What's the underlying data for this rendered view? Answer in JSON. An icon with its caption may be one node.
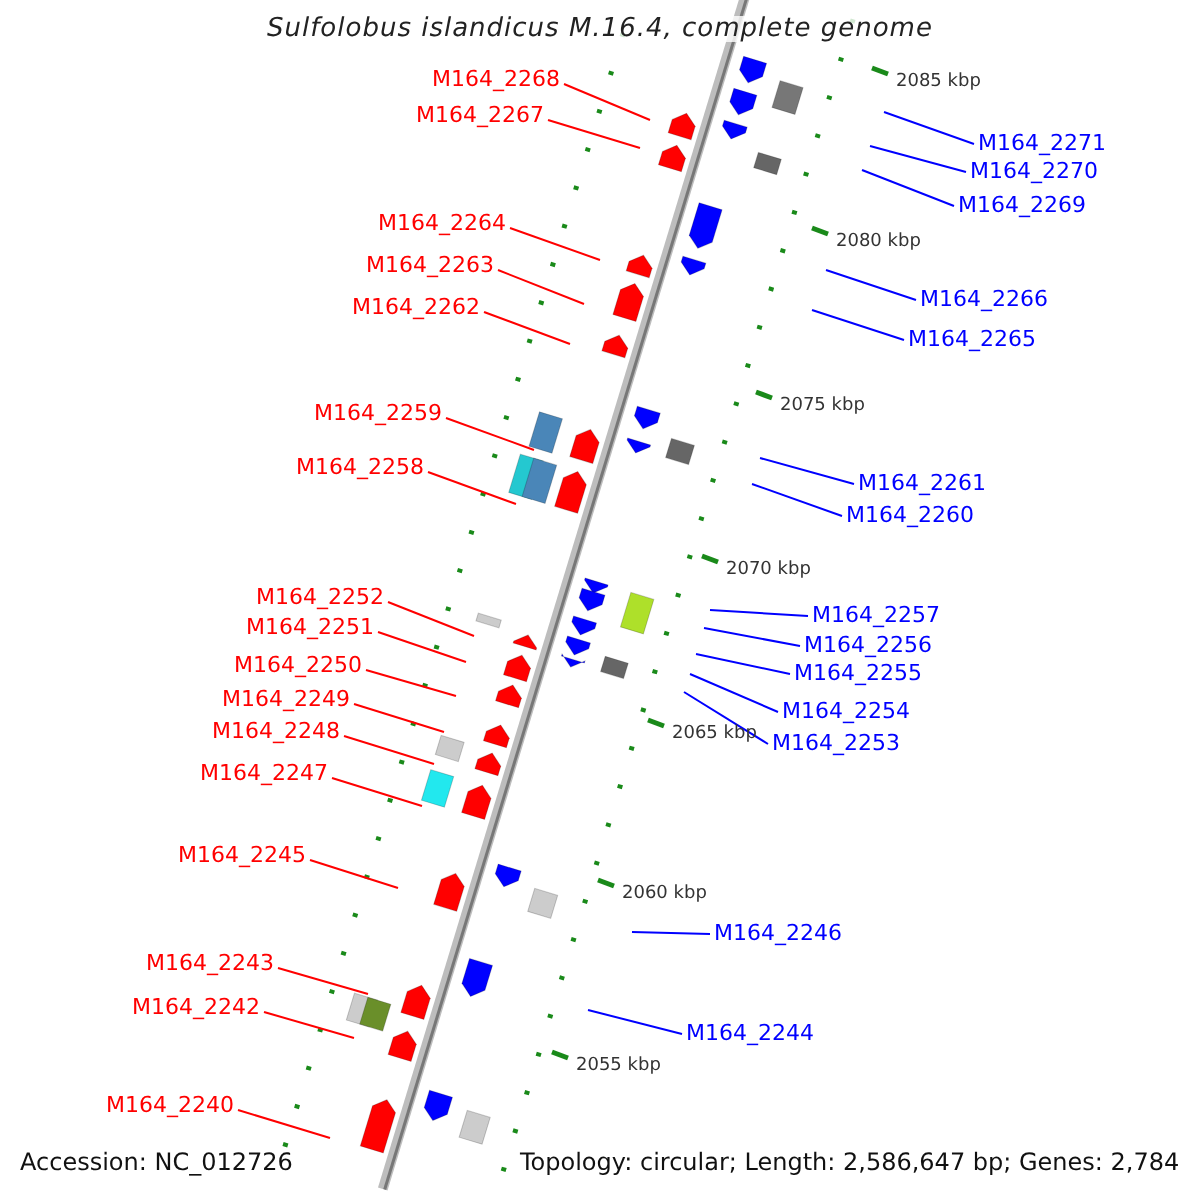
{
  "diagram": {
    "title": "Sulfolobus islandicus M.16.4, complete genome",
    "nodes": [
      {
        "text": [
          "M164_2268"
        ]
      },
      {
        "text": [
          "M164_2267"
        ]
      },
      {
        "text": [
          "M164_2271"
        ]
      },
      {
        "text": [
          "M164_2270"
        ]
      },
      {
        "text": [
          "M164_2269"
        ]
      },
      {
        "text": [
          "M164_2264"
        ]
      },
      {
        "text": [
          "M164_2263"
        ]
      },
      {
        "text": [
          "M164_2266"
        ]
      },
      {
        "text": [
          "M164_2262"
        ]
      },
      {
        "text": [
          "M164_2265"
        ]
      },
      {
        "text": [
          "M164_2259"
        ]
      },
      {
        "text": [
          "M164_2258"
        ]
      },
      {
        "text": [
          "M164_2261"
        ]
      },
      {
        "text": [
          "M164_2260"
        ]
      },
      {
        "text": [
          "M164_2252"
        ]
      },
      {
        "text": [
          "M164_2257"
        ]
      },
      {
        "text": [
          "M164_2251"
        ]
      },
      {
        "text": [
          "M164_2256"
        ]
      },
      {
        "text": [
          "M164_2250"
        ]
      },
      {
        "text": [
          "M164_2255"
        ]
      },
      {
        "text": [
          "M164_2249"
        ]
      },
      {
        "text": [
          "M164_2254"
        ]
      },
      {
        "text": [
          "M164_2248"
        ]
      },
      {
        "text": [
          "M164_2253"
        ]
      },
      {
        "text": [
          "M164_2247"
        ]
      },
      {
        "text": [
          "M164_2245"
        ]
      },
      {
        "text": [
          "M164_2246"
        ]
      },
      {
        "text": [
          "M164_2243"
        ]
      },
      {
        "text": [
          "M164_2242"
        ]
      },
      {
        "text": [
          "M164_2244"
        ]
      },
      {
        "text": [
          "M164_2240"
        ]
      }
    ],
    "edges": [
      {
        "from": 0,
        "to": null,
        "arrow": "none"
      },
      {
        "from": 1,
        "to": null,
        "arrow": "none"
      },
      {
        "from": 2,
        "to": null,
        "arrow": "none",
        "color": "#0000ff"
      },
      {
        "from": 3,
        "to": null,
        "arrow": "none",
        "color": "#0000ff"
      },
      {
        "from": 4,
        "to": null,
        "arrow": "none",
        "color": "#0000ff"
      },
      {
        "from": 5,
        "to": null,
        "arrow": "none"
      },
      {
        "from": 6,
        "to": null,
        "arrow": "none"
      },
      {
        "from": 7,
        "to": null,
        "arrow": "none",
        "color": "#0000ff"
      },
      {
        "from": 8,
        "to": null,
        "arrow": "none"
      },
      {
        "from": 9,
        "to": null,
        "arrow": "none",
        "color": "#0000ff"
      },
      {
        "from": 10,
        "to": null,
        "arrow": "none"
      },
      {
        "from": 11,
        "to": null,
        "arrow": "none"
      },
      {
        "from": 12,
        "to": null,
        "arrow": "none",
        "color": "#0000ff"
      },
      {
        "from": 13,
        "to": null,
        "arrow": "none",
        "color": "#0000ff"
      },
      {
        "from": 14,
        "to": null,
        "arrow": "none"
      },
      {
        "from": 15,
        "to": null,
        "arrow": "none",
        "color": "#0000ff"
      },
      {
        "from": 16,
        "to": null,
        "arrow": "none"
      },
      {
        "from": 17,
        "to": null,
        "arrow": "none",
        "color": "#0000ff"
      },
      {
        "from": 18,
        "to": null,
        "arrow": "none"
      },
      {
        "from": 19,
        "to": null,
        "arrow": "none",
        "color": "#0000ff"
      },
      {
        "from": 20,
        "to": null,
        "arrow": "none"
      },
      {
        "from": 21,
        "to": null,
        "arrow": "none",
        "color": "#0000ff"
      },
      {
        "from": 22,
        "to": null,
        "arrow": "none"
      },
      {
        "from": 23,
        "to": null,
        "arrow": "none",
        "color": "#0000ff"
      },
      {
        "from": 24,
        "to": null,
        "arrow": "none"
      },
      {
        "from": 25,
        "to": null,
        "arrow": "none"
      },
      {
        "from": 26,
        "to": null,
        "arrow": "none",
        "color": "#0000ff"
      },
      {
        "from": 27,
        "to": null,
        "arrow": "none"
      },
      {
        "from": 28,
        "to": null,
        "arrow": "none"
      },
      {
        "from": 29,
        "to": null,
        "arrow": "none",
        "color": "#0000ff"
      },
      {
        "from": 30,
        "to": null,
        "arrow": "none"
      }
    ],
    "labels": [
      "2085 kbp",
      "2080 kbp",
      "2075 kbp",
      "2070 kbp",
      "2065 kbp",
      "2060 kbp",
      "2055 kbp",
      "Accession: NC_012726",
      "Topology: circular; Length: 2,586,647 bp; Genes: 2,784"
    ]
  }
}
